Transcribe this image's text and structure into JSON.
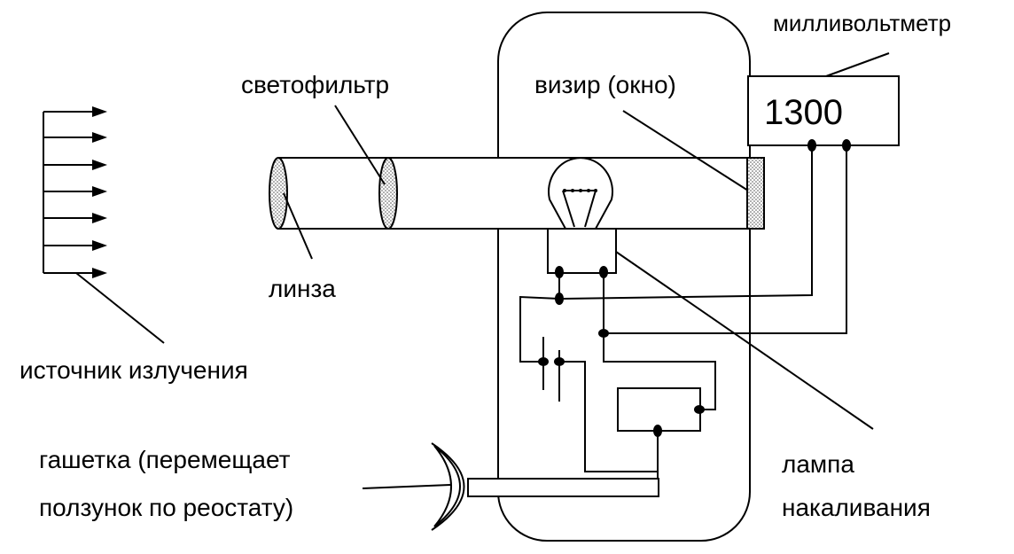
{
  "labels": {
    "millivoltmeter": "милливольтметр",
    "light_filter": "светофильтр",
    "sight_window": "визир (окно)",
    "lens": "линза",
    "radiation_source": "источник излучения",
    "knob_line1": "гашетка (перемещает",
    "knob_line2": "ползунок по реостату)",
    "lamp_line1": "лампа",
    "lamp_line2": "накаливания"
  },
  "meter": {
    "reading": "1300"
  }
}
